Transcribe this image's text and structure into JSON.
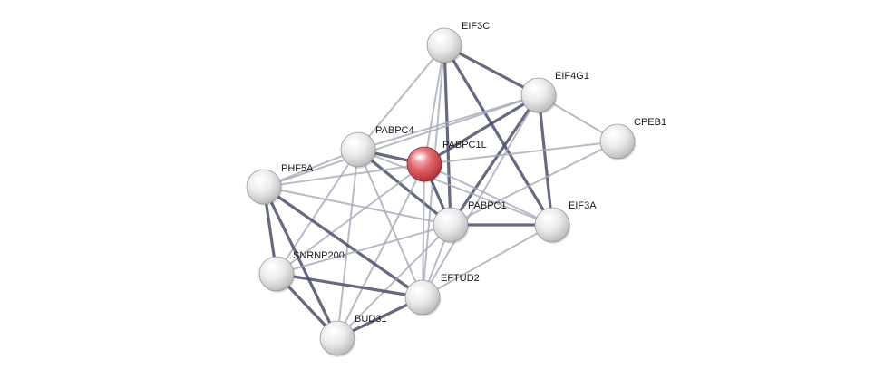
{
  "network": {
    "colors": {
      "node_default": "#e6e6e6",
      "node_query": "#d9595f",
      "edge_strong": "#4a5068",
      "edge_weak": "#a6aab8",
      "label": "#1a1a1a"
    },
    "nodes": [
      {
        "id": "EIF3C",
        "label": "EIF3C",
        "query": false
      },
      {
        "id": "EIF4G1",
        "label": "EIF4G1",
        "query": false
      },
      {
        "id": "CPEB1",
        "label": "CPEB1",
        "query": false
      },
      {
        "id": "PABPC4",
        "label": "PABPC4",
        "query": false
      },
      {
        "id": "PABPC1L",
        "label": "PABPC1L",
        "query": true
      },
      {
        "id": "PHF5A",
        "label": "PHF5A",
        "query": false
      },
      {
        "id": "PABPC1",
        "label": "PABPC1",
        "query": false
      },
      {
        "id": "EIF3A",
        "label": "EIF3A",
        "query": false
      },
      {
        "id": "SNRNP200",
        "label": "SNRNP200",
        "query": false
      },
      {
        "id": "EFTUD2",
        "label": "EFTUD2",
        "query": false
      },
      {
        "id": "BUD31",
        "label": "BUD31",
        "query": false
      }
    ],
    "edges": [
      {
        "source": "EIF3C",
        "target": "EIF4G1",
        "strength": "strong"
      },
      {
        "source": "EIF3C",
        "target": "EIF3A",
        "strength": "strong"
      },
      {
        "source": "EIF3C",
        "target": "PABPC1",
        "strength": "strong"
      },
      {
        "source": "EIF3C",
        "target": "PABPC4",
        "strength": "weak"
      },
      {
        "source": "EIF3C",
        "target": "PABPC1L",
        "strength": "weak"
      },
      {
        "source": "EIF3C",
        "target": "EFTUD2",
        "strength": "weak"
      },
      {
        "source": "EIF4G1",
        "target": "CPEB1",
        "strength": "weak"
      },
      {
        "source": "EIF4G1",
        "target": "PABPC1",
        "strength": "strong"
      },
      {
        "source": "EIF4G1",
        "target": "PABPC1L",
        "strength": "strong"
      },
      {
        "source": "EIF4G1",
        "target": "EIF3A",
        "strength": "strong"
      },
      {
        "source": "EIF4G1",
        "target": "PABPC4",
        "strength": "weak"
      },
      {
        "source": "EIF4G1",
        "target": "EFTUD2",
        "strength": "weak"
      },
      {
        "source": "EIF4G1",
        "target": "PHF5A",
        "strength": "weak"
      },
      {
        "source": "CPEB1",
        "target": "PABPC1L",
        "strength": "weak"
      },
      {
        "source": "CPEB1",
        "target": "PABPC1",
        "strength": "weak"
      },
      {
        "source": "PABPC4",
        "target": "PABPC1L",
        "strength": "strong"
      },
      {
        "source": "PABPC4",
        "target": "PABPC1",
        "strength": "strong"
      },
      {
        "source": "PABPC4",
        "target": "EIF3A",
        "strength": "weak"
      },
      {
        "source": "PABPC4",
        "target": "PHF5A",
        "strength": "weak"
      },
      {
        "source": "PABPC4",
        "target": "SNRNP200",
        "strength": "weak"
      },
      {
        "source": "PABPC4",
        "target": "EFTUD2",
        "strength": "weak"
      },
      {
        "source": "PABPC4",
        "target": "BUD31",
        "strength": "weak"
      },
      {
        "source": "PABPC1L",
        "target": "PABPC1",
        "strength": "strong"
      },
      {
        "source": "PABPC1L",
        "target": "EIF3A",
        "strength": "weak"
      },
      {
        "source": "PABPC1L",
        "target": "PHF5A",
        "strength": "weak"
      },
      {
        "source": "PABPC1L",
        "target": "SNRNP200",
        "strength": "weak"
      },
      {
        "source": "PABPC1L",
        "target": "EFTUD2",
        "strength": "weak"
      },
      {
        "source": "PABPC1L",
        "target": "BUD31",
        "strength": "weak"
      },
      {
        "source": "PHF5A",
        "target": "SNRNP200",
        "strength": "strong"
      },
      {
        "source": "PHF5A",
        "target": "EFTUD2",
        "strength": "strong"
      },
      {
        "source": "PHF5A",
        "target": "BUD31",
        "strength": "strong"
      },
      {
        "source": "PHF5A",
        "target": "PABPC1",
        "strength": "weak"
      },
      {
        "source": "PABPC1",
        "target": "EIF3A",
        "strength": "strong"
      },
      {
        "source": "PABPC1",
        "target": "SNRNP200",
        "strength": "weak"
      },
      {
        "source": "PABPC1",
        "target": "EFTUD2",
        "strength": "weak"
      },
      {
        "source": "PABPC1",
        "target": "BUD31",
        "strength": "weak"
      },
      {
        "source": "EIF3A",
        "target": "EFTUD2",
        "strength": "weak"
      },
      {
        "source": "SNRNP200",
        "target": "EFTUD2",
        "strength": "strong"
      },
      {
        "source": "SNRNP200",
        "target": "BUD31",
        "strength": "strong"
      },
      {
        "source": "EFTUD2",
        "target": "BUD31",
        "strength": "strong"
      }
    ]
  }
}
